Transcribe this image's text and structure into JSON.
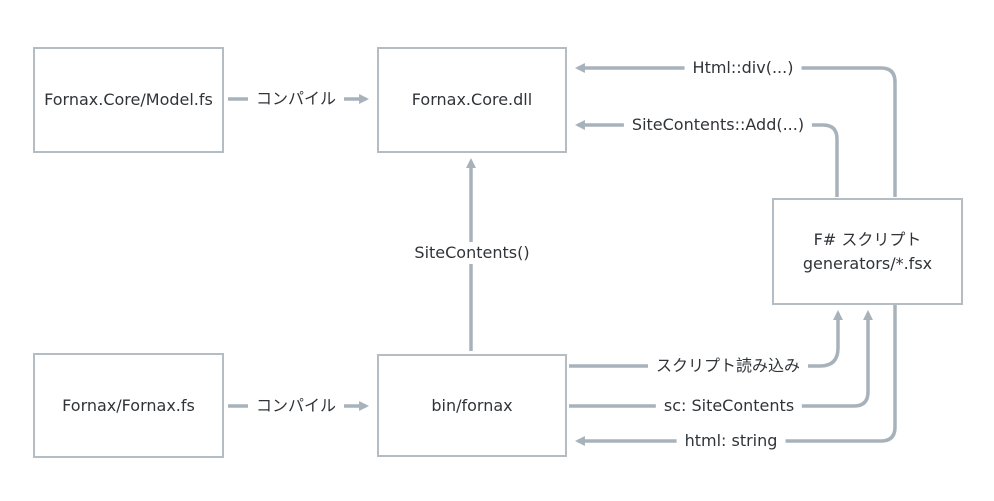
{
  "diagram": {
    "colors": {
      "background": "#ffffff",
      "box_border": "#b5bdc4",
      "arrow": "#a8b2bb",
      "text": "#303438"
    },
    "nodes": {
      "model_fs": {
        "label": "Fornax.Core/Model.fs"
      },
      "core_dll": {
        "label": "Fornax.Core.dll"
      },
      "generators_fsx": {
        "line1": "F# スクリプト",
        "line2": "generators/*.fsx"
      },
      "fornax_fs": {
        "label": "Fornax/Fornax.fs"
      },
      "bin_fornax": {
        "label": "bin/fornax"
      }
    },
    "edges": {
      "compile_top": {
        "label": "コンパイル",
        "from": "Fornax.Core/Model.fs",
        "to": "Fornax.Core.dll"
      },
      "compile_bottom": {
        "label": "コンパイル",
        "from": "Fornax/Fornax.fs",
        "to": "bin/fornax"
      },
      "sitecontents_ctor": {
        "label": "SiteContents()",
        "from": "bin/fornax",
        "to": "Fornax.Core.dll"
      },
      "html_div": {
        "label": "Html::div(...)",
        "from": "generators/*.fsx",
        "to": "Fornax.Core.dll"
      },
      "sitecontents_add": {
        "label": "SiteContents::Add(...)",
        "from": "generators/*.fsx",
        "to": "Fornax.Core.dll"
      },
      "script_load": {
        "label": "スクリプト読み込み",
        "from": "bin/fornax",
        "to": "generators/*.fsx"
      },
      "sc_sitecontents": {
        "label": "sc: SiteContents",
        "from": "bin/fornax",
        "to": "generators/*.fsx"
      },
      "html_string": {
        "label": "html: string",
        "from": "generators/*.fsx",
        "to": "bin/fornax"
      }
    }
  }
}
